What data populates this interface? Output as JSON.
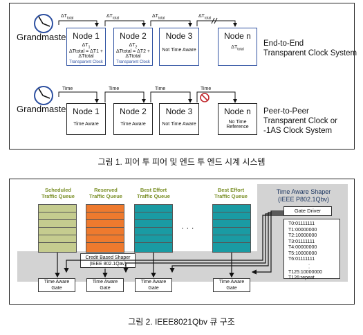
{
  "fig1": {
    "top": {
      "grandmaster": "Grandmaster",
      "delta_total": "ΔT",
      "delta_sub": "total",
      "nodes": [
        {
          "title": "Node 1",
          "l1": "ΔT",
          "l1sub": "1",
          "l2": "ΔTtotal = ΔT1 + ΔTtotal",
          "footer": "Transparent Clock"
        },
        {
          "title": "Node 2",
          "l1": "ΔT",
          "l1sub": "2",
          "l2": "ΔTtotal = ΔT2 + ΔTtotal",
          "footer": "Transparent Clock"
        },
        {
          "title": "Node 3",
          "l1": "",
          "l1sub": "",
          "l2": "",
          "footer": "Not Time Aware"
        },
        {
          "title": "Node n",
          "l1": "ΔT",
          "l1sub": "total",
          "l2": "",
          "footer": ""
        }
      ],
      "right_text": [
        "End-to-End",
        "Transparent Clock System"
      ]
    },
    "bottom": {
      "grandmaster": "Grandmaster",
      "time_label": "Time",
      "nodes": [
        {
          "title": "Node 1",
          "desc": [
            "Time Aware"
          ]
        },
        {
          "title": "Node 2",
          "desc": [
            "Time Aware"
          ]
        },
        {
          "title": "Node 3",
          "desc": [
            "Not Time Aware"
          ]
        },
        {
          "title": "Node n",
          "desc": [
            "No Time",
            "Reference"
          ]
        }
      ],
      "right_text": [
        "Peer-to-Peer",
        "Transparent Clock or",
        "-1AS Clock System"
      ]
    },
    "caption": "그림 1. 피어 투 피어 및 엔드 투 엔드 시계 시스템"
  },
  "fig2": {
    "queues": [
      {
        "name": [
          "Scheduled",
          "Traffic Queue"
        ],
        "color": "#c5cc8f"
      },
      {
        "name": [
          "Reserved",
          "Traffic Queue"
        ],
        "color": "#ee7a2e"
      },
      {
        "name": [
          "Best Effort",
          "Traffic Queue"
        ],
        "color": "#1a9ba3"
      },
      {
        "name": [
          "Best Effort",
          "Traffic Queue"
        ],
        "color": "#1a9ba3"
      }
    ],
    "dots": "· · ·",
    "shaper_title": [
      "Time Aware Shaper",
      "(IEEE P802.1Qbv)"
    ],
    "gate_driver": "Gate Driver",
    "gate_control_list": [
      "T0:01111111",
      "T1:00000000",
      "T2:10000000",
      "T3:01111111",
      "T4:00000000",
      "T5:10000000",
      "T6:01111111",
      "·",
      "·",
      "T125:10000000",
      "T126:repeat"
    ],
    "credit_shaper": [
      "Credit Based Shaper",
      "(IEEE 802.1Qav)"
    ],
    "gate_label": [
      "Time Aware",
      "Gate"
    ],
    "caption": "그림 2. IEEE8021Qbv 큐 구조"
  }
}
